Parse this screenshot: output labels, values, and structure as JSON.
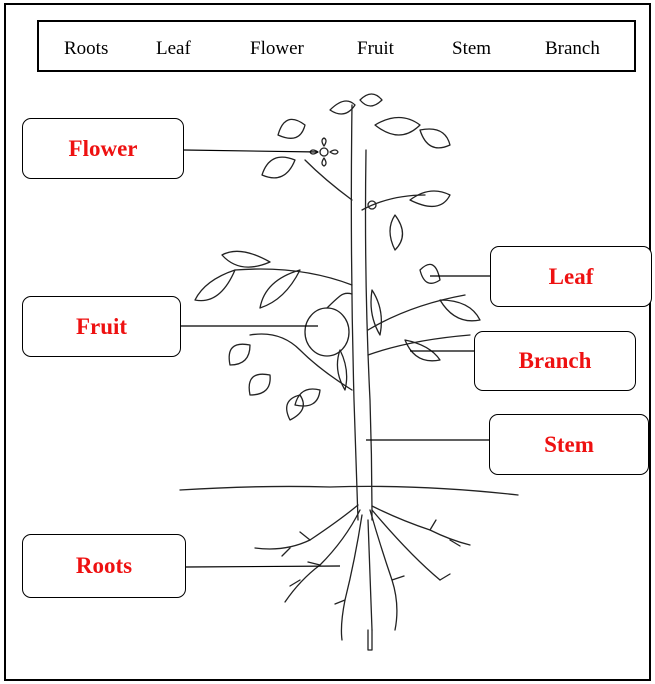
{
  "word_bank": [
    "Roots",
    "Leaf",
    "Flower",
    "Fruit",
    "Stem",
    "Branch"
  ],
  "labels": {
    "flower": "Flower",
    "fruit": "Fruit",
    "roots": "Roots",
    "leaf": "Leaf",
    "branch": "Branch",
    "stem": "Stem"
  },
  "colors": {
    "label_text": "#ee1111",
    "line": "#000000"
  }
}
